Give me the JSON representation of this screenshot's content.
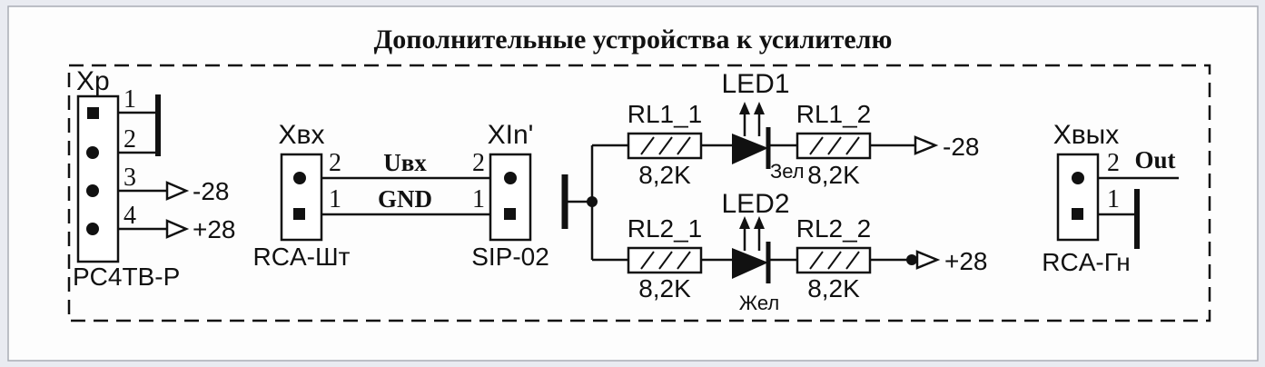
{
  "title": "Дополнительные устройства к усилителю",
  "diagram": {
    "connectors": {
      "xp": {
        "name": "Xp",
        "part": "PC4TB-P",
        "pin1": "1",
        "pin2": "2",
        "pin3": "3",
        "pin4": "4"
      },
      "xvx": {
        "name": "Xвх",
        "part": "RCA-Шт",
        "pin2": "2",
        "pin1": "1"
      },
      "xin": {
        "name": "XIn'",
        "part": "SIP-02",
        "pin2": "2",
        "pin1": "1"
      },
      "xout": {
        "name": "Xвых",
        "part": "RCA-Гн",
        "pin2": "2",
        "pin1": "1"
      }
    },
    "nets": {
      "uvx": "Uвх",
      "gnd": "GND",
      "out": "Out",
      "minus28_left": "-28",
      "plus28_left": "+28",
      "minus28_right": "-28",
      "plus28_right": "+28"
    },
    "resistors": {
      "rl1_1": {
        "ref": "RL1_1",
        "value": "8,2K"
      },
      "rl1_2": {
        "ref": "RL1_2",
        "value": "8,2K"
      },
      "rl2_1": {
        "ref": "RL2_1",
        "value": "8,2K"
      },
      "rl2_2": {
        "ref": "RL2_2",
        "value": "8,2K"
      }
    },
    "leds": {
      "led1": {
        "ref": "LED1",
        "color": "Зел"
      },
      "led2": {
        "ref": "LED2",
        "color": "Жел"
      }
    }
  }
}
